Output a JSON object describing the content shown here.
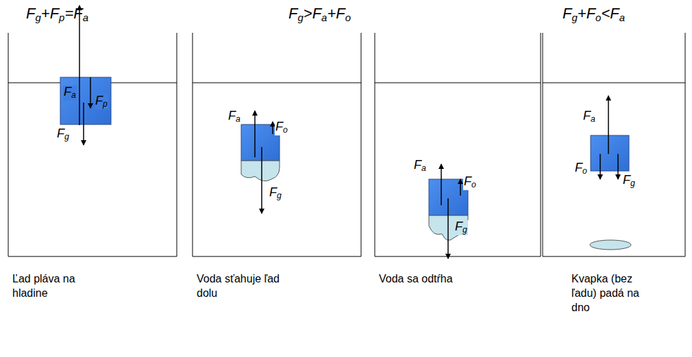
{
  "diagram": {
    "labels": [
      "Fg+Fp=Fa",
      "Fg>Fa+Fo",
      "Fg+Fo<Fa",
      "Fa",
      "Fp",
      "Fg",
      "Fa",
      "Fo",
      "Fg",
      "Fa",
      "Fo",
      "Fg",
      "Fa",
      "Fo",
      "Fg",
      "Ľad pláva na hladine",
      "Voda sťahuje ľad dolu",
      "Voda sa odtŕha",
      "Kvapka (bez ľadu) padá na dno"
    ]
  }
}
